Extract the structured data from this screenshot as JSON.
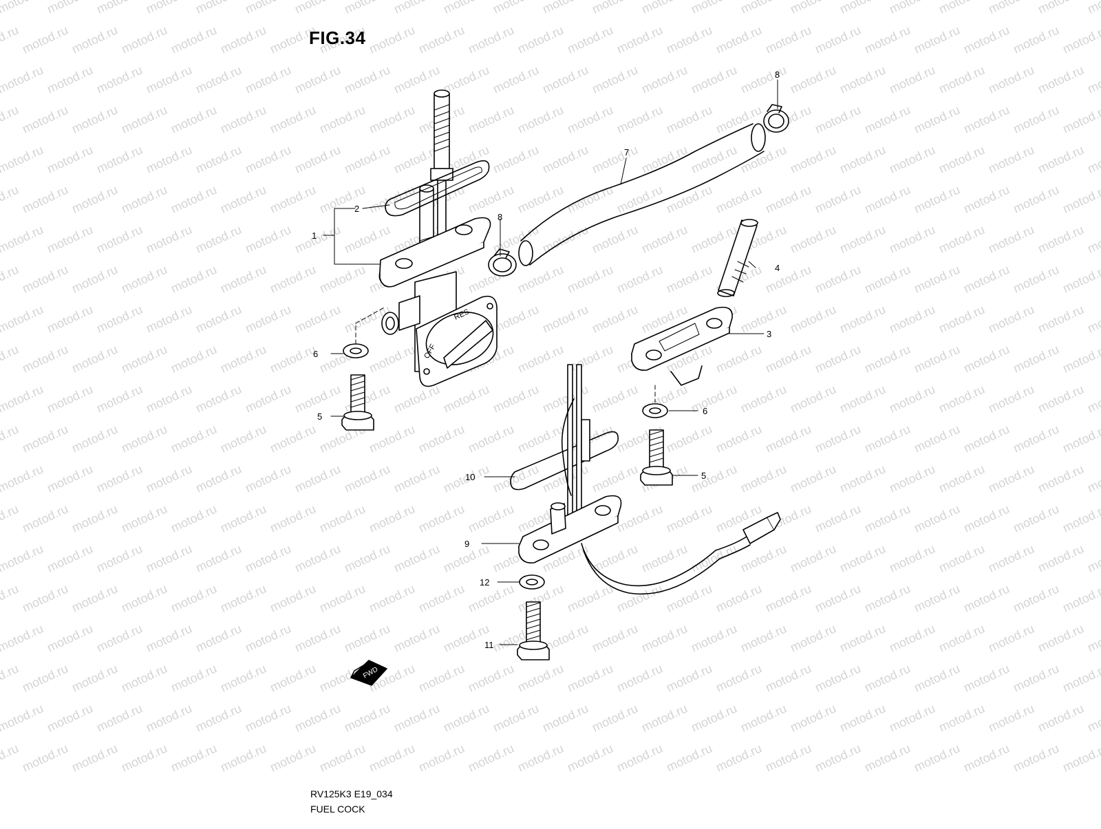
{
  "figure": {
    "title": "FIG.34",
    "code": "RV125K3 E19_034",
    "name": "FUEL COCK",
    "watermark": "motod.ru",
    "fwd_label": "FWD",
    "res_label": "RES",
    "off_label": "OFF"
  },
  "callouts": [
    {
      "id": "c1",
      "text": "1"
    },
    {
      "id": "c2",
      "text": "2"
    },
    {
      "id": "c3",
      "text": "3"
    },
    {
      "id": "c4",
      "text": "4"
    },
    {
      "id": "c5a",
      "text": "5"
    },
    {
      "id": "c5b",
      "text": "5"
    },
    {
      "id": "c6a",
      "text": "6"
    },
    {
      "id": "c6b",
      "text": "6"
    },
    {
      "id": "c7",
      "text": "7"
    },
    {
      "id": "c8a",
      "text": "8"
    },
    {
      "id": "c8b",
      "text": "8"
    },
    {
      "id": "c9",
      "text": "9"
    },
    {
      "id": "c10",
      "text": "10"
    },
    {
      "id": "c11",
      "text": "11"
    },
    {
      "id": "c12",
      "text": "12"
    }
  ],
  "colors": {
    "line": "#000000",
    "watermark": "#d4d4d4",
    "background": "#ffffff"
  }
}
